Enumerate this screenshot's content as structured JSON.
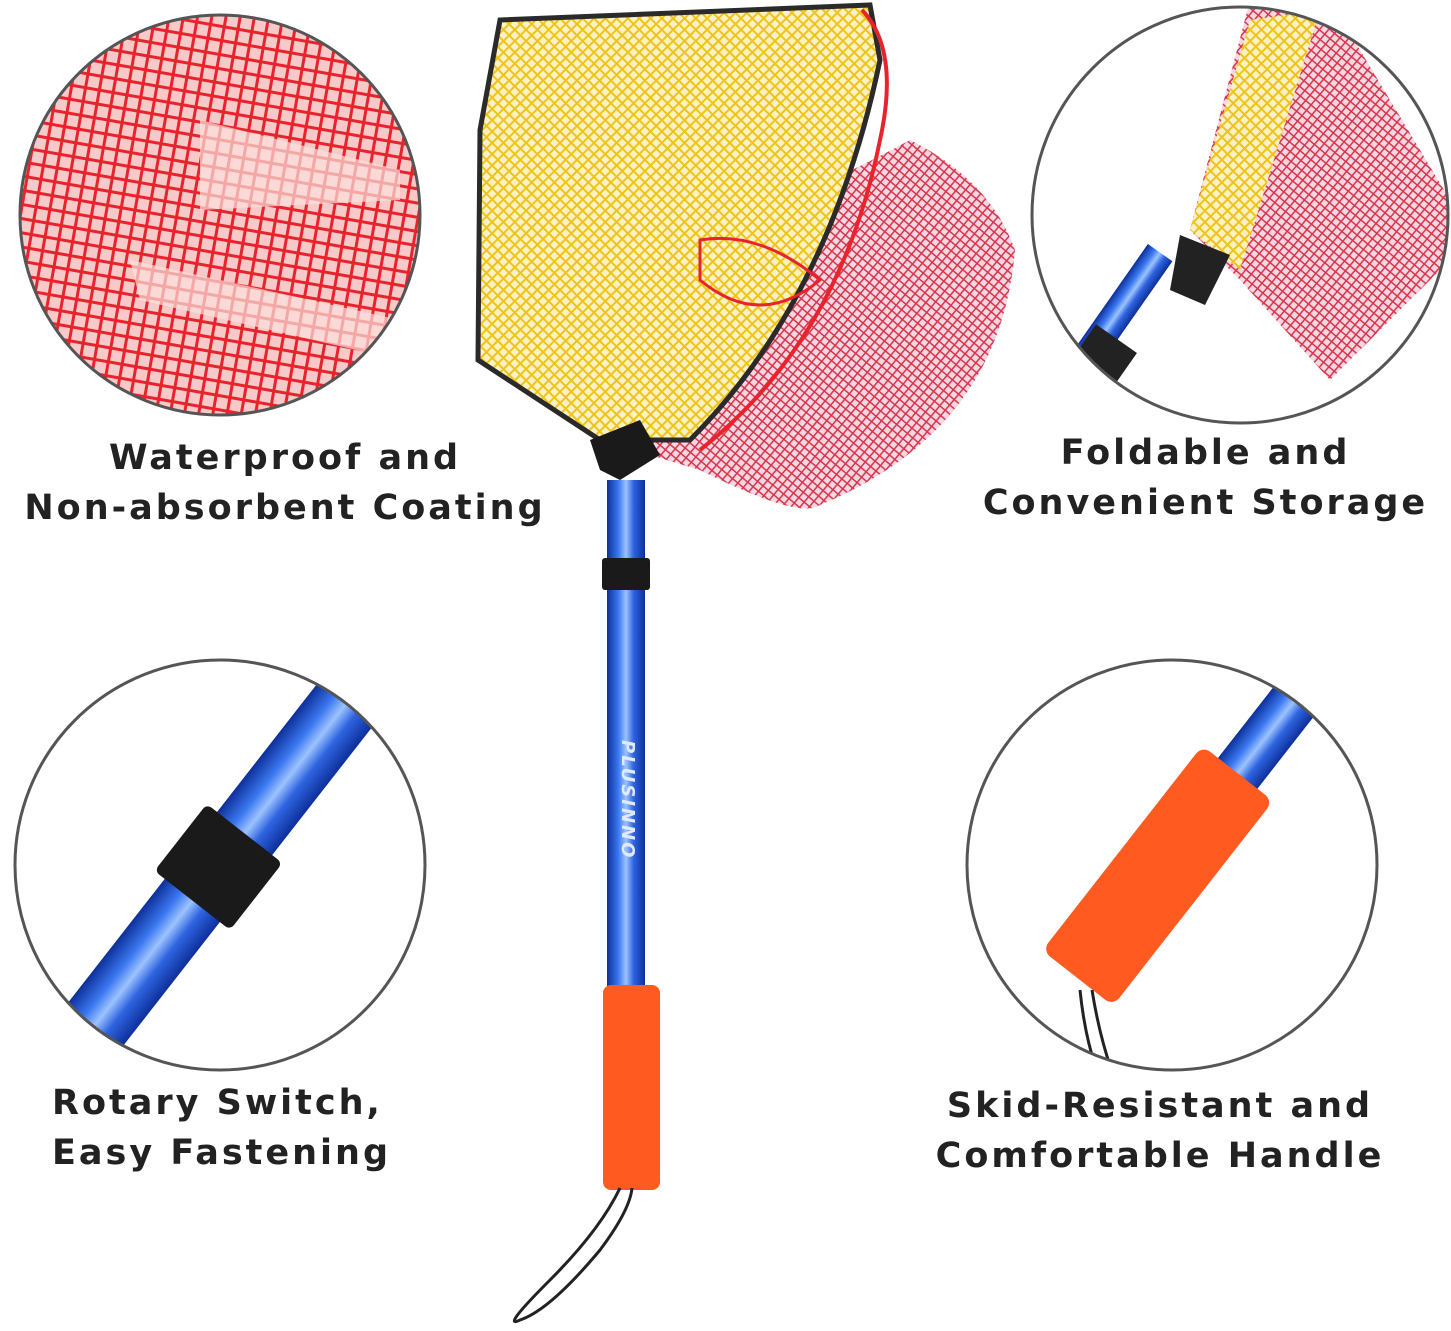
{
  "brand": "PLUSINNO",
  "features": [
    {
      "line1": "Waterproof and",
      "line2": "Non-absorbent Coating"
    },
    {
      "line1": "Foldable and",
      "line2": "Convenient Storage"
    },
    {
      "line1": "Rotary Switch,",
      "line2": "Easy Fastening"
    },
    {
      "line1": "Skid-Resistant and",
      "line2": "Comfortable Handle"
    }
  ],
  "colors": {
    "pole": "#1f4fd0",
    "grip": "#ff5a1f",
    "mesh_red": "#e8232b",
    "mesh_yellow": "#f2d21c",
    "circle": "#555555"
  }
}
